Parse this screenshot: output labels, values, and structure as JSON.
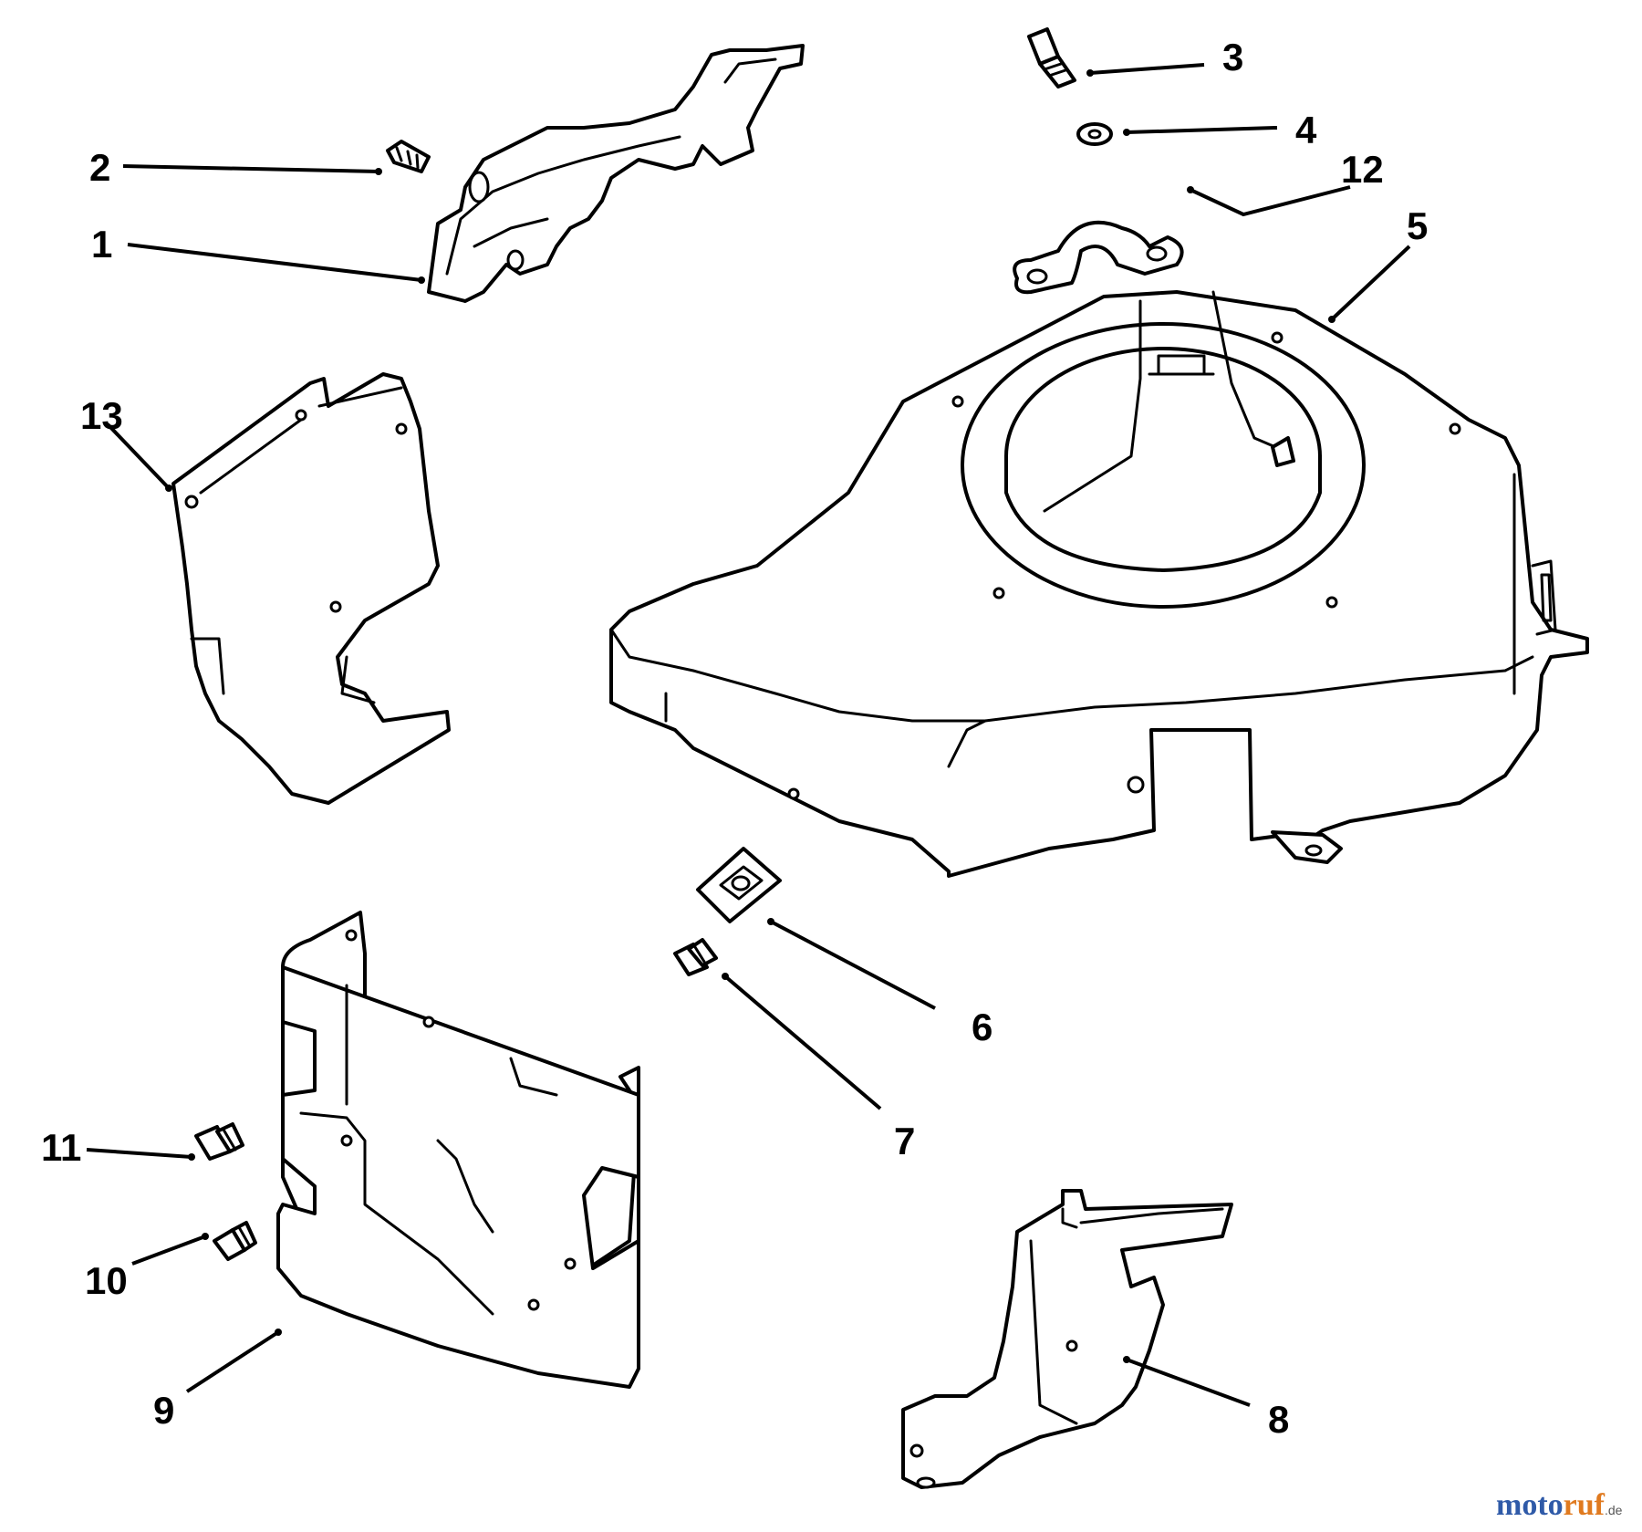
{
  "diagram": {
    "type": "exploded-parts-view",
    "callouts": [
      "1",
      "2",
      "3",
      "4",
      "5",
      "6",
      "7",
      "8",
      "9",
      "10",
      "11",
      "12",
      "13"
    ]
  },
  "watermark": {
    "part1": "moto",
    "part2": "ruf",
    "suffix": ".de"
  }
}
